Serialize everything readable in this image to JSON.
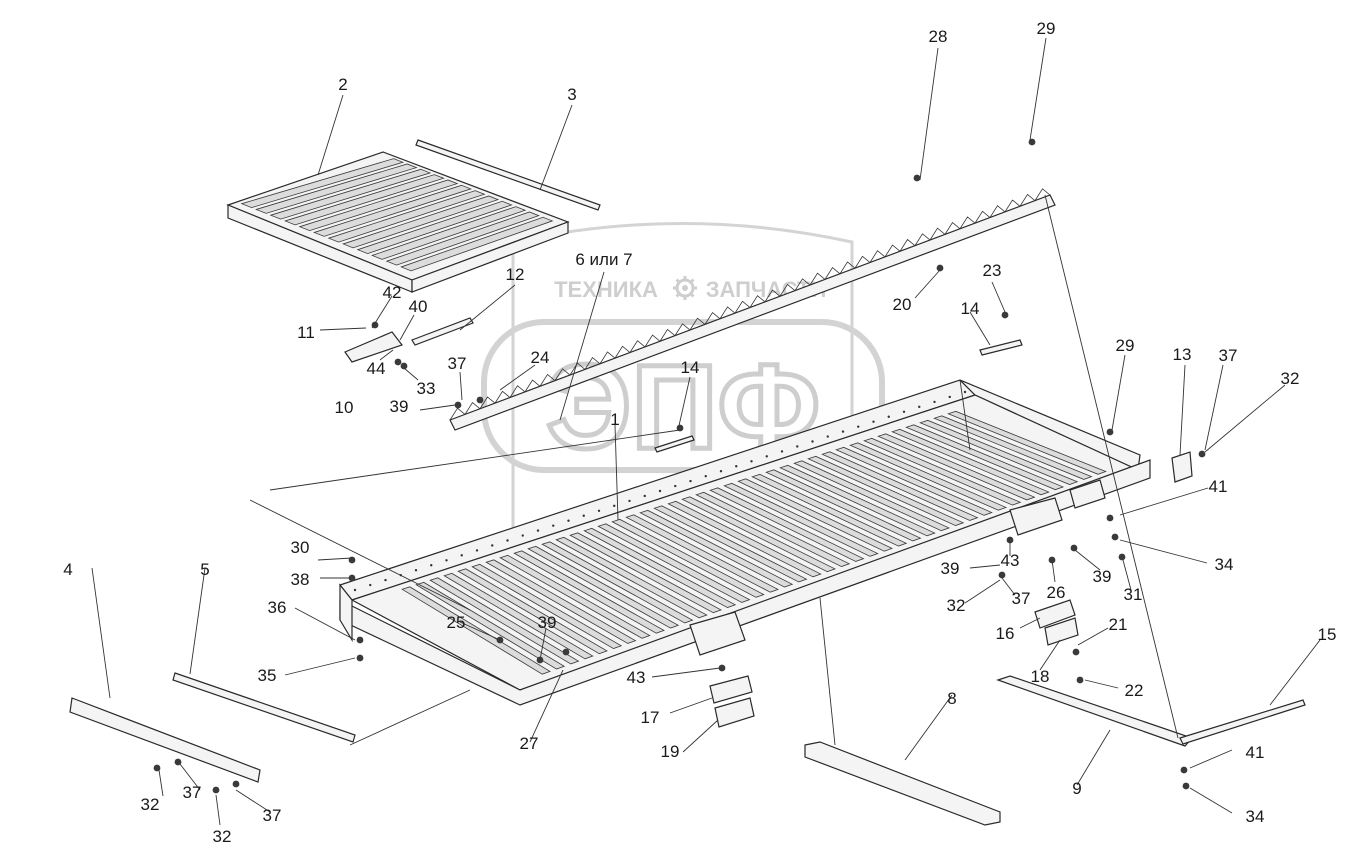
{
  "watermark": {
    "top_text_left": "ТЕХНИКА",
    "top_text_right": "ЗАПЧАСТИ",
    "logo_text": "ЭПФ",
    "gear_icon": "gear-icon",
    "color": "#c9c9c9"
  },
  "callouts": [
    {
      "id": "c2",
      "text": "2"
    },
    {
      "id": "c3",
      "text": "3"
    },
    {
      "id": "c6or7",
      "text": "6 или 7"
    },
    {
      "id": "c12",
      "text": "12"
    },
    {
      "id": "c42",
      "text": "42"
    },
    {
      "id": "c40",
      "text": "40"
    },
    {
      "id": "c11",
      "text": "11"
    },
    {
      "id": "c44",
      "text": "44"
    },
    {
      "id": "c33",
      "text": "33"
    },
    {
      "id": "c10",
      "text": "10"
    },
    {
      "id": "c37a",
      "text": "37"
    },
    {
      "id": "c24",
      "text": "24"
    },
    {
      "id": "c39a",
      "text": "39"
    },
    {
      "id": "c14a",
      "text": "14"
    },
    {
      "id": "c1",
      "text": "1"
    },
    {
      "id": "c28",
      "text": "28"
    },
    {
      "id": "c29a",
      "text": "29"
    },
    {
      "id": "c20",
      "text": "20"
    },
    {
      "id": "c23",
      "text": "23"
    },
    {
      "id": "c14b",
      "text": "14"
    },
    {
      "id": "c29b",
      "text": "29"
    },
    {
      "id": "c13",
      "text": "13"
    },
    {
      "id": "c37b",
      "text": "37"
    },
    {
      "id": "c32a",
      "text": "32"
    },
    {
      "id": "c41a",
      "text": "41"
    },
    {
      "id": "c34a",
      "text": "34"
    },
    {
      "id": "c43a",
      "text": "43"
    },
    {
      "id": "c39b",
      "text": "39"
    },
    {
      "id": "c26",
      "text": "26"
    },
    {
      "id": "c39c",
      "text": "39"
    },
    {
      "id": "c31",
      "text": "31"
    },
    {
      "id": "c32b",
      "text": "32"
    },
    {
      "id": "c37c",
      "text": "37"
    },
    {
      "id": "c16",
      "text": "16"
    },
    {
      "id": "c21",
      "text": "21"
    },
    {
      "id": "c18",
      "text": "18"
    },
    {
      "id": "c22",
      "text": "22"
    },
    {
      "id": "c15",
      "text": "15"
    },
    {
      "id": "c30",
      "text": "30"
    },
    {
      "id": "c38",
      "text": "38"
    },
    {
      "id": "c36",
      "text": "36"
    },
    {
      "id": "c35",
      "text": "35"
    },
    {
      "id": "c25",
      "text": "25"
    },
    {
      "id": "c39d",
      "text": "39"
    },
    {
      "id": "c43b",
      "text": "43"
    },
    {
      "id": "c17",
      "text": "17"
    },
    {
      "id": "c19",
      "text": "19"
    },
    {
      "id": "c27",
      "text": "27"
    },
    {
      "id": "c4",
      "text": "4"
    },
    {
      "id": "c5",
      "text": "5"
    },
    {
      "id": "c32c",
      "text": "32"
    },
    {
      "id": "c37d",
      "text": "37"
    },
    {
      "id": "c32d",
      "text": "32"
    },
    {
      "id": "c37e",
      "text": "37"
    },
    {
      "id": "c8",
      "text": "8"
    },
    {
      "id": "c9",
      "text": "9"
    },
    {
      "id": "c41b",
      "text": "41"
    },
    {
      "id": "c34b",
      "text": "34"
    }
  ]
}
